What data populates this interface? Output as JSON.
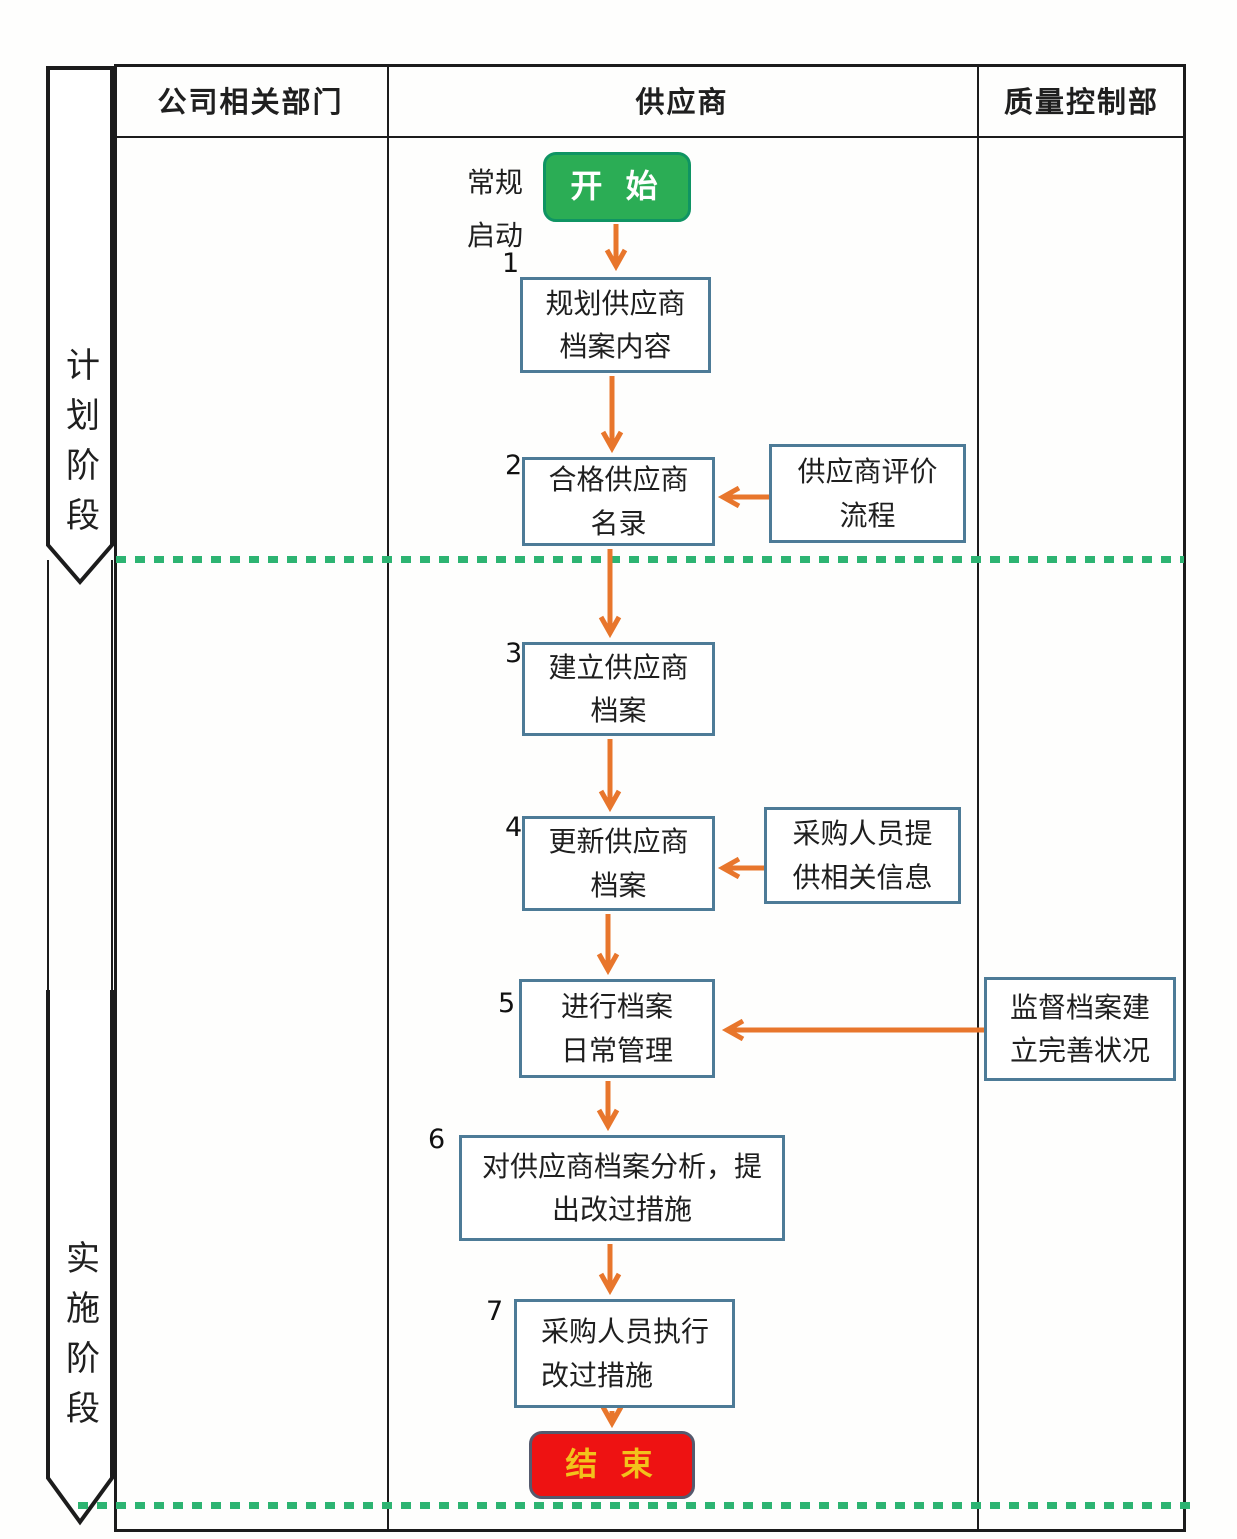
{
  "colors": {
    "text": "#1f1f1f",
    "line": "#1c1c1c",
    "box_border": "#4d7b97",
    "arrow": "#e8762c",
    "phase_divider": "#2db472",
    "start_fill": "#2bad55",
    "start_border": "#0f9463",
    "start_text": "#ffffff",
    "end_fill": "#ee1212",
    "end_border": "#555a6e",
    "end_text": "#f2c21c"
  },
  "lanes": [
    {
      "label": "公司相关部门"
    },
    {
      "label": "供应商"
    },
    {
      "label": "质量控制部"
    }
  ],
  "phases": [
    {
      "label": "计划阶段"
    },
    {
      "label": "实施阶段"
    }
  ],
  "start_note": {
    "line1": "常规",
    "line2": "启动"
  },
  "terminals": {
    "start": "开 始",
    "end": "结 束"
  },
  "steps": [
    {
      "number": "1",
      "line1": "规划供应商",
      "line2": "档案内容"
    },
    {
      "number": "2",
      "line1": "合格供应商",
      "line2": "名录"
    },
    {
      "number": "3",
      "line1": "建立供应商",
      "line2": "档案"
    },
    {
      "number": "4",
      "line1": "更新供应商",
      "line2": "档案"
    },
    {
      "number": "5",
      "line1": "进行档案",
      "line2": "日常管理"
    },
    {
      "number": "6",
      "line1": "对供应商档案分析，提",
      "line2": "出改过措施"
    },
    {
      "number": "7",
      "line1": "采购人员执行",
      "line2": "改过措施"
    }
  ],
  "side_boxes": [
    {
      "line1": "供应商评价",
      "line2": "流程"
    },
    {
      "line1": "采购人员提",
      "line2": "供相关信息"
    },
    {
      "line1": "监督档案建",
      "line2": "立完善状况"
    }
  ]
}
